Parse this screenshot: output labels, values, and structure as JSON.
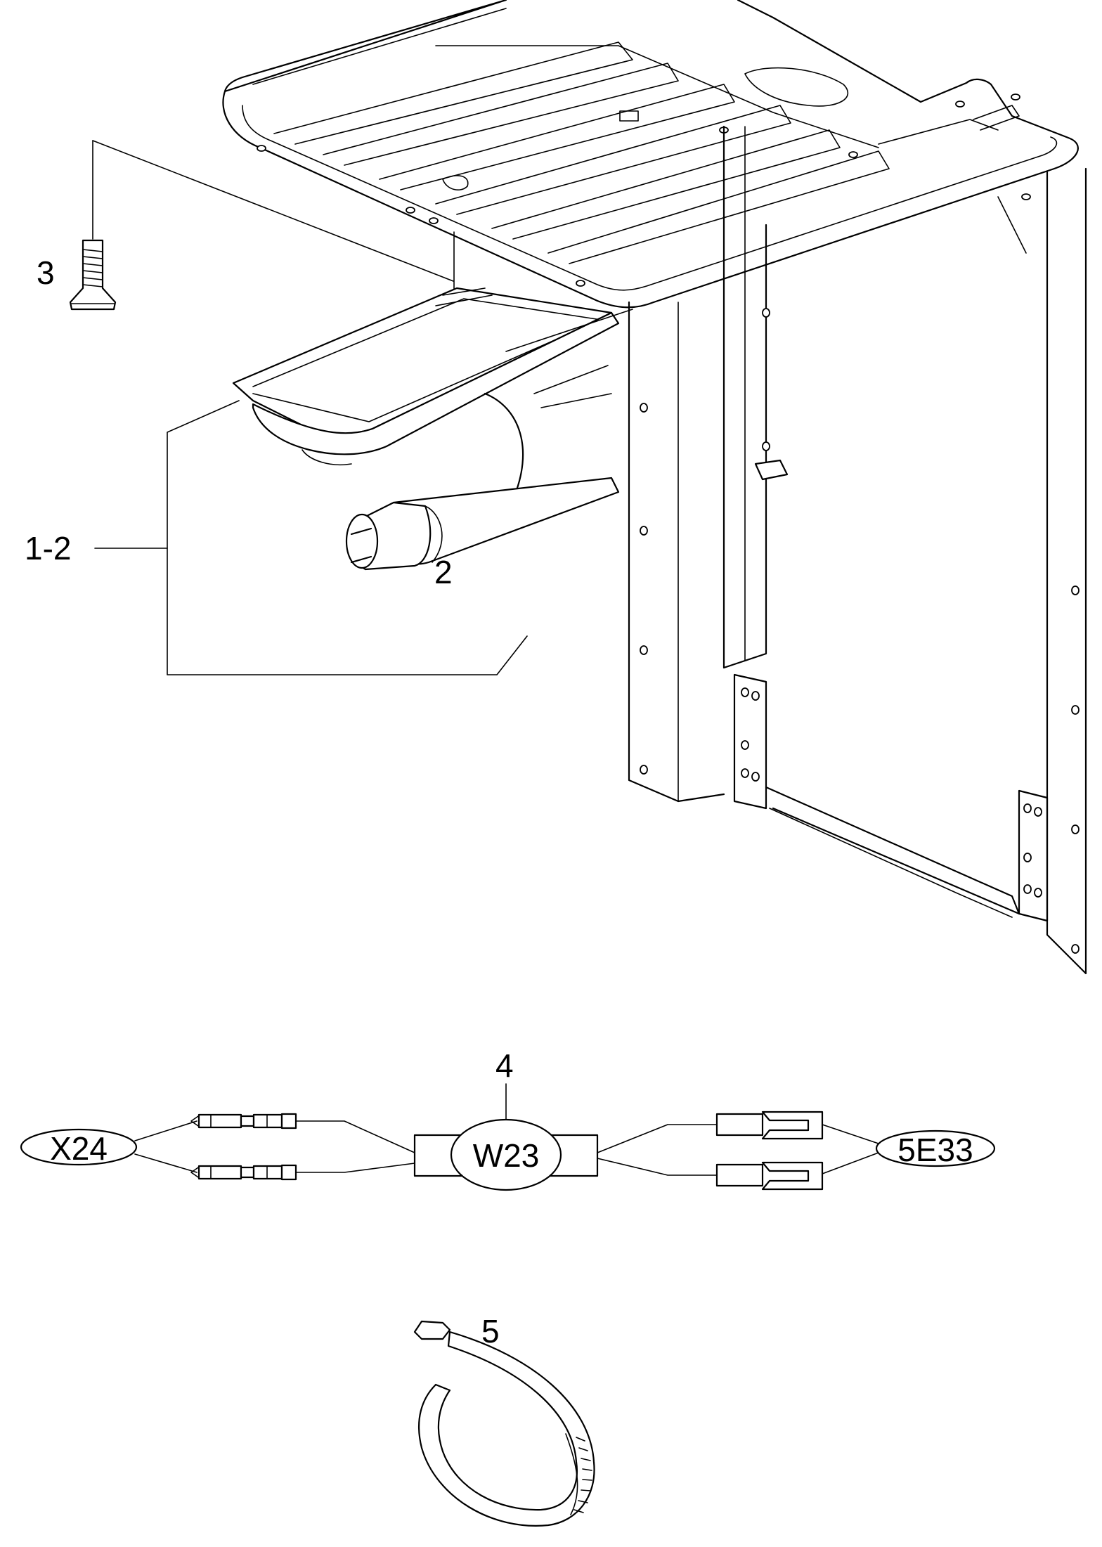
{
  "callouts": {
    "c1_2": "1-2",
    "c2": "2",
    "c3": "3",
    "c4": "4",
    "c5": "5"
  },
  "connectors": {
    "left": "X24",
    "harness": "W23",
    "right": "5E33"
  }
}
